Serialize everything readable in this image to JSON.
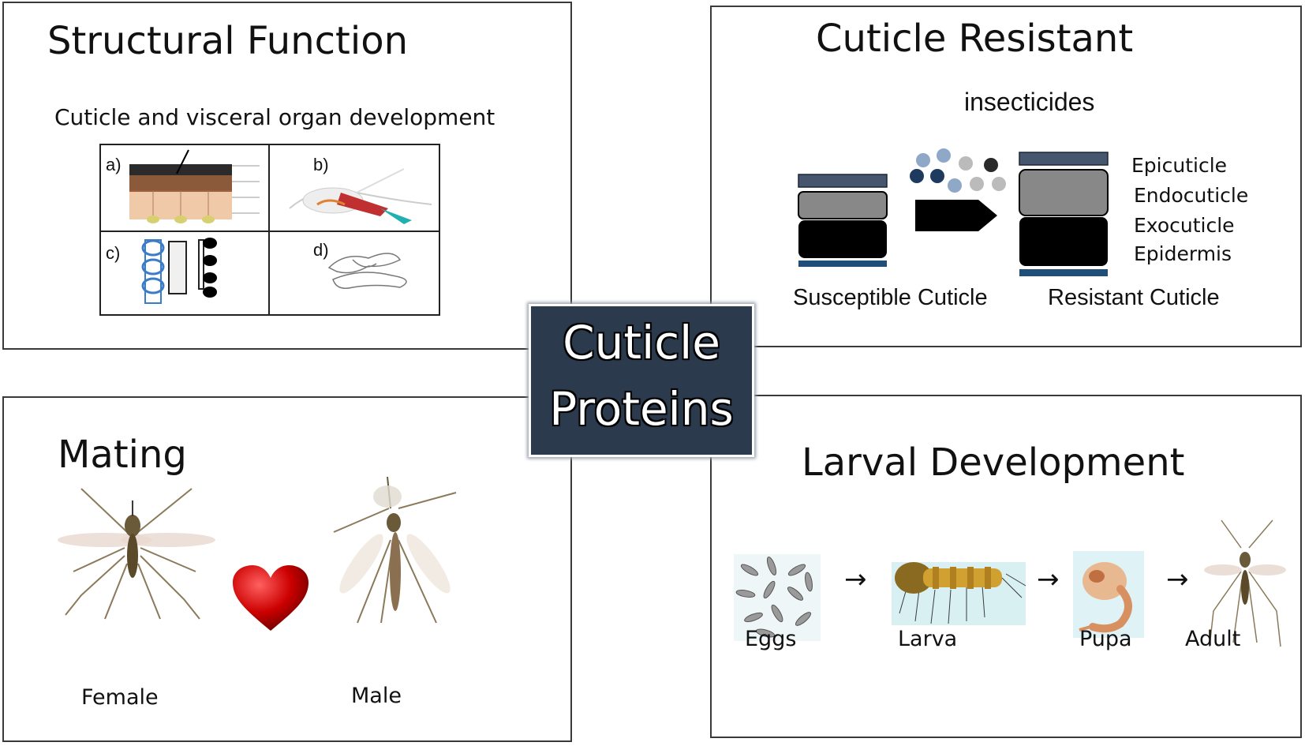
{
  "center": {
    "line1": "Cuticle",
    "line2": "Proteins"
  },
  "structural": {
    "title": "Structural Function",
    "subtitle": "Cuticle and visceral organ development",
    "cells": [
      {
        "label": "a)"
      },
      {
        "label": "b)"
      },
      {
        "label": "c)"
      },
      {
        "label": "d)"
      }
    ]
  },
  "resistant": {
    "title": "Cuticle Resistant",
    "insecticides": "insecticides",
    "layers": [
      "Epicuticle",
      "Endocuticle",
      "Exocuticle",
      "Epidermis"
    ],
    "susceptible_label": "Susceptible Cuticle",
    "resistant_label": "Resistant Cuticle"
  },
  "mating": {
    "title": "Mating",
    "female": "Female",
    "male": "Male"
  },
  "larval": {
    "title": "Larval Development",
    "stages": [
      "Eggs",
      "Larva",
      "Pupa",
      "Adult"
    ],
    "arrow": "→"
  },
  "colors": {
    "center_bg": "#2c3a4d",
    "epicuticle": "#46566f",
    "endocuticle": "#888888",
    "exocuticle": "#000000",
    "epidermis": "#1f4e79",
    "heart": "#cc0000"
  },
  "icons": [
    "cuticle-cross-section-icon",
    "mosquito-anatomy-icon",
    "cell-layers-icon",
    "visceral-organ-icon",
    "insecticide-arrow-icon",
    "heart-icon",
    "female-mosquito-icon",
    "male-mosquito-icon",
    "eggs-icon",
    "larva-icon",
    "pupa-icon",
    "adult-mosquito-icon"
  ]
}
